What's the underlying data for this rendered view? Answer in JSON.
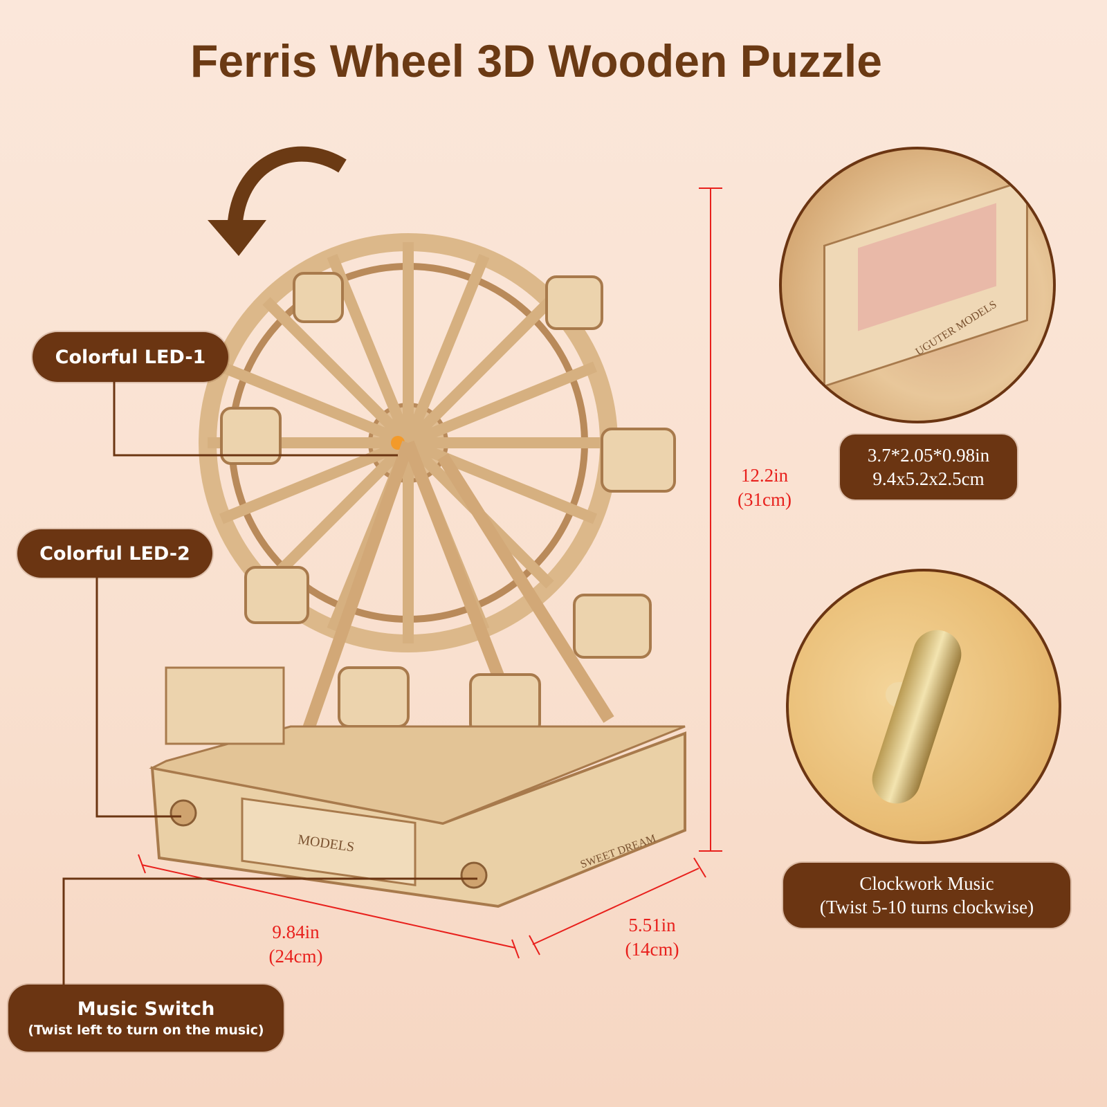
{
  "title": "Ferris Wheel 3D Wooden Puzzle",
  "callouts": {
    "led1": "Colorful LED-1",
    "led2": "Colorful LED-2",
    "music_switch": {
      "title": "Music Switch",
      "note": "(Twist left to turn on the music)"
    },
    "clockwork": {
      "title": "Clockwork Music",
      "note": "(Twist 5-10 turns clockwise)"
    },
    "drawer_size": {
      "imperial": "3.7*2.05*0.98in",
      "metric": "9.4x5.2x2.5cm"
    }
  },
  "dimensions": {
    "height": {
      "imperial": "12.2in",
      "metric": "(31cm)"
    },
    "width": {
      "imperial": "9.84in",
      "metric": "(24cm)"
    },
    "depth": {
      "imperial": "5.51in",
      "metric": "(14cm)"
    }
  },
  "model_labels": {
    "front": "MODELS",
    "side": "SWEET DREAM",
    "drawer": "UGUTER MODELS"
  },
  "colors": {
    "brand_brown": "#6b3512",
    "dimension_red": "#e8201c",
    "wood": "#e9cfa8"
  }
}
